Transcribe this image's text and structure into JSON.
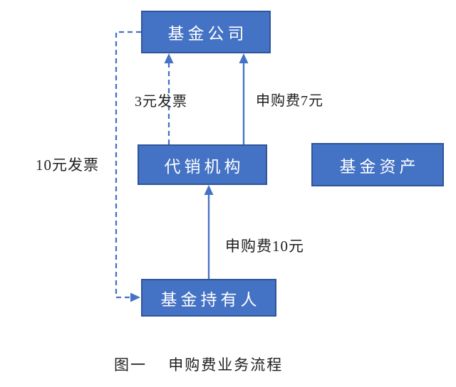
{
  "diagram": {
    "nodes": {
      "fund_company": {
        "label": "基金公司"
      },
      "distributor": {
        "label": "代销机构"
      },
      "fund_assets": {
        "label": "基金资产"
      },
      "fund_holder": {
        "label": "基金持有人"
      }
    },
    "edges": {
      "invoice3": {
        "label": "3元发票",
        "style": "dashed",
        "from": "distributor",
        "to": "fund_company"
      },
      "fee7": {
        "label": "申购费7元",
        "style": "solid",
        "from": "distributor",
        "to": "fund_company"
      },
      "invoice10": {
        "label": "10元发票",
        "style": "dashed",
        "from": "fund_company",
        "to": "fund_holder"
      },
      "fee10": {
        "label": "申购费10元",
        "style": "solid",
        "from": "fund_holder",
        "to": "distributor"
      }
    },
    "caption": "图一　 申购费业务流程",
    "colors": {
      "box_fill": "#4472C4",
      "box_border": "#2F5597",
      "arrow": "#4472C4",
      "text_on_box": "#FFFFFF",
      "label_text": "#1F1F1F"
    }
  }
}
